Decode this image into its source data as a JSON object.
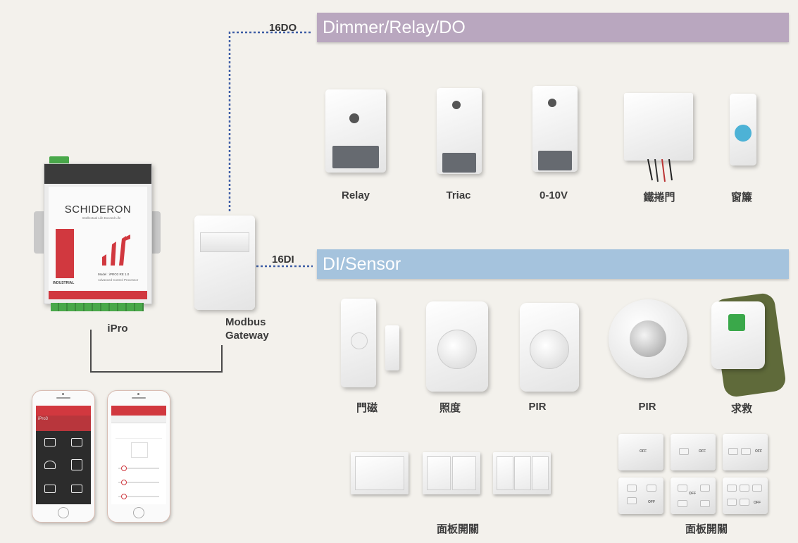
{
  "output_section": {
    "banner": "Dimmer/Relay/DO",
    "connector": "16DO",
    "devices": [
      "Relay",
      "Triac",
      "0-10V",
      "鐵捲門",
      "窗簾"
    ]
  },
  "input_section": {
    "banner": "DI/Sensor",
    "connector": "16DI",
    "devices": [
      "門磁",
      "照度",
      "PIR",
      "PIR",
      "求救"
    ]
  },
  "controller": {
    "label": "iPro",
    "brand": "SCHIDERON",
    "tagline": "Intellectual Life  Exceed Life",
    "line": "INDUSTRIAL",
    "model": "Model : iPRO3",
    "version": "RE 1.0",
    "subtitle": "Advanced Control Processor"
  },
  "gateway": {
    "label_line1": "Modbus",
    "label_line2": "Gateway"
  },
  "panels": {
    "left_label": "面板開關",
    "right_label": "面板開關",
    "off": "OFF"
  },
  "phones": {
    "left": {
      "app_name": "iPro3"
    }
  },
  "colors": {
    "output_banner": "#b9a7bf",
    "input_banner": "#a5c3dd",
    "dotted_line": "#3e5ea6",
    "solid_line": "#4a4a4a",
    "brand_red": "#d1383f"
  }
}
